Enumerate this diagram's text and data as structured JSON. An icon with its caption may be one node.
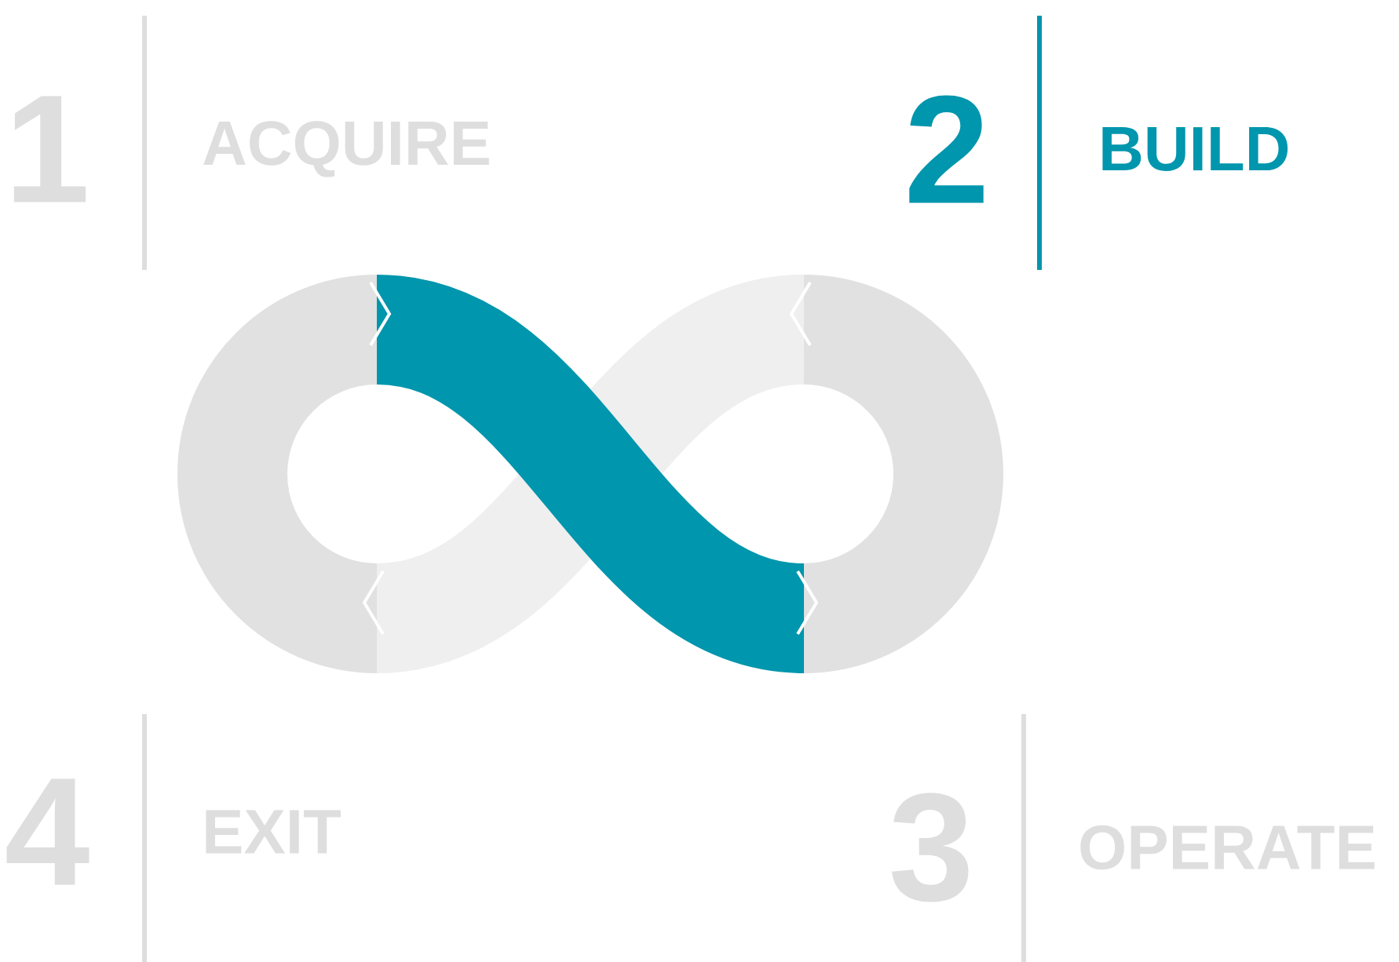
{
  "diagram": {
    "labels": [
      "1",
      "ACQUIRE",
      "2",
      "BUILD",
      "4",
      "EXIT",
      "3",
      "OPERATE"
    ]
  }
}
